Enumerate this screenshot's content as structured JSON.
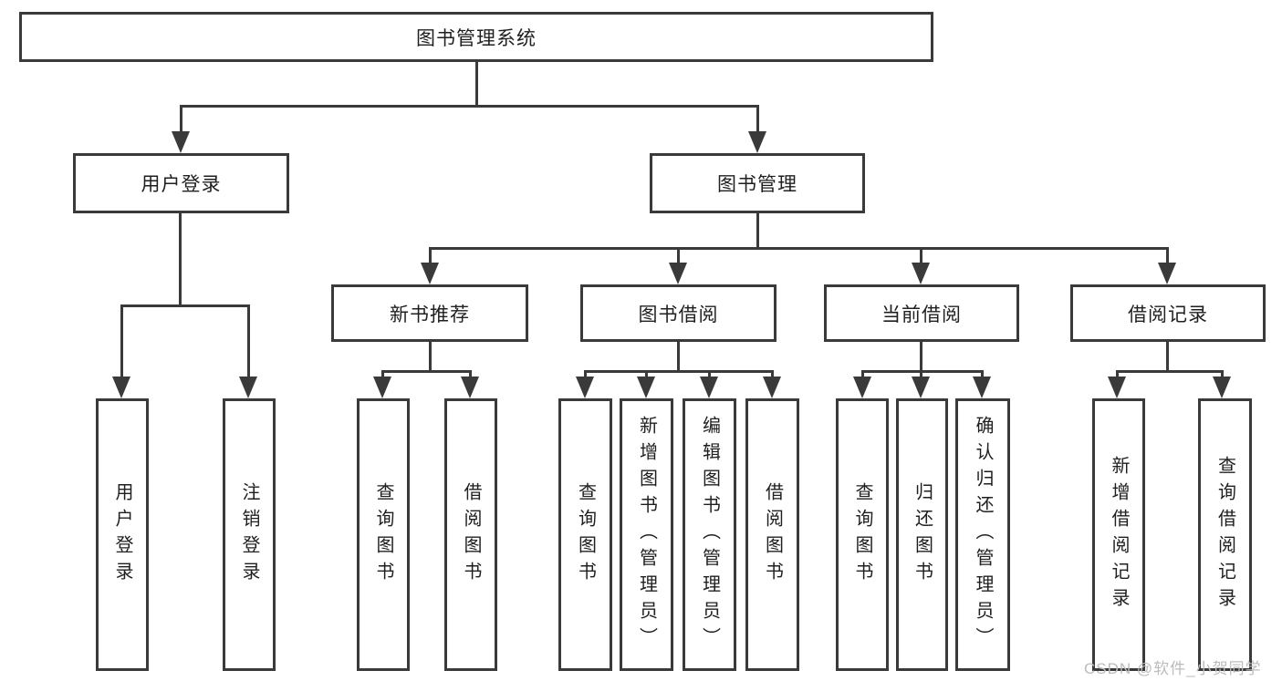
{
  "diagram": {
    "watermark": "CSDN @软件_小贺同学",
    "colors": {
      "line": "#3a3a3a",
      "text": "#1f1f1f",
      "watermark": "#bcbcbc",
      "bg": "#ffffff"
    }
  },
  "hierarchy": {
    "label": "图书管理系统",
    "children": [
      {
        "label": "用户登录",
        "children": [
          {
            "label": "用户登录"
          },
          {
            "label": "注销登录"
          }
        ]
      },
      {
        "label": "图书管理",
        "children": [
          {
            "label": "新书推荐",
            "children": [
              {
                "label": "查询图书"
              },
              {
                "label": "借阅图书"
              }
            ]
          },
          {
            "label": "图书借阅",
            "children": [
              {
                "label": "查询图书"
              },
              {
                "label": "新增图书（管理员）"
              },
              {
                "label": "编辑图书（管理员）"
              },
              {
                "label": "借阅图书"
              }
            ]
          },
          {
            "label": "当前借阅",
            "children": [
              {
                "label": "查询图书"
              },
              {
                "label": "归还图书"
              },
              {
                "label": "确认归还（管理员）"
              }
            ]
          },
          {
            "label": "借阅记录",
            "children": [
              {
                "label": "新增借阅记录"
              },
              {
                "label": "查询借阅记录"
              }
            ]
          }
        ]
      }
    ]
  }
}
